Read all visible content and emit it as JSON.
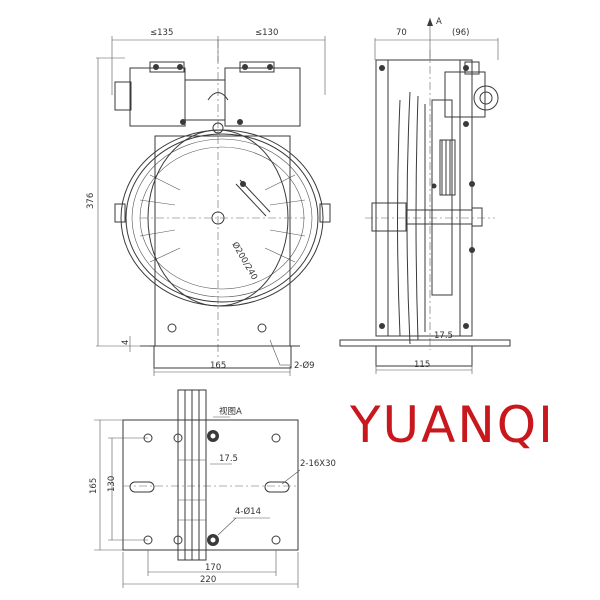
{
  "front_view": {
    "width_left": "≤135",
    "width_right": "≤130",
    "height_total": "376",
    "sheave_diameter": "Ø200/240",
    "base_thickness": "4",
    "base_width": "165",
    "holes": "2-Ø9"
  },
  "side_view": {
    "width_front": "70",
    "width_rear": "(96)",
    "view_arrow": "A",
    "groove_offset": "17.5",
    "base_depth": "115"
  },
  "bottom_view": {
    "view_label": "视图A",
    "groove_offset": "17.5",
    "slots": "2-16X30",
    "holes": "4-Ø14",
    "inner_height": "130",
    "outer_height": "165",
    "inner_width": "170",
    "outer_width": "220"
  },
  "brand": {
    "name": "YUANQI",
    "color": "#c8181e"
  }
}
